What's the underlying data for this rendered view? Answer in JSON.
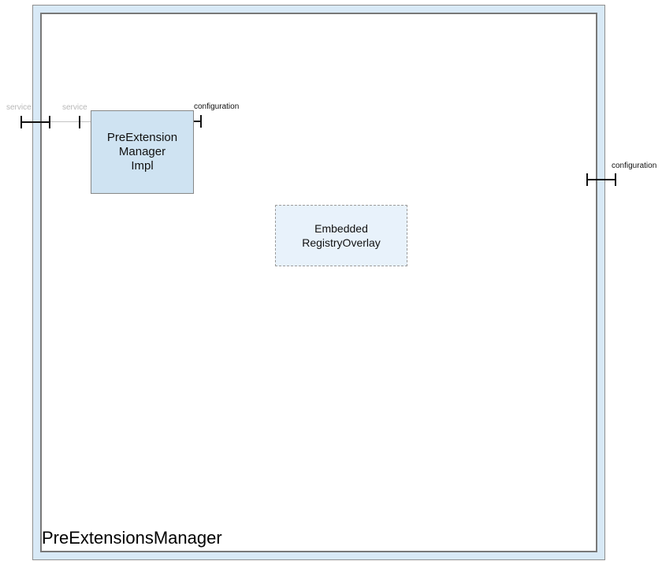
{
  "title": "PreExtensionsManager",
  "components": {
    "impl": {
      "line1": "PreExtension",
      "line2": "Manager",
      "line3": "Impl"
    },
    "overlay": {
      "line1": "Embedded",
      "line2": "RegistryOverlay"
    }
  },
  "ports": {
    "service_outer": "service",
    "service_inner": "service",
    "impl_configuration": "configuration",
    "container_configuration": "configuration"
  },
  "colors": {
    "container_band": "#d8e9f6",
    "container_outer_border": "#8f8f8f",
    "container_inner_border": "#787878",
    "component_fill": "#cfe3f2",
    "component_border": "#878787",
    "overlay_fill": "#e8f2fb",
    "overlay_border": "#9b9b9b",
    "connector": "#111111",
    "connector_muted": "#c4c4c4",
    "muted_label_text": "#b8b8b8"
  }
}
